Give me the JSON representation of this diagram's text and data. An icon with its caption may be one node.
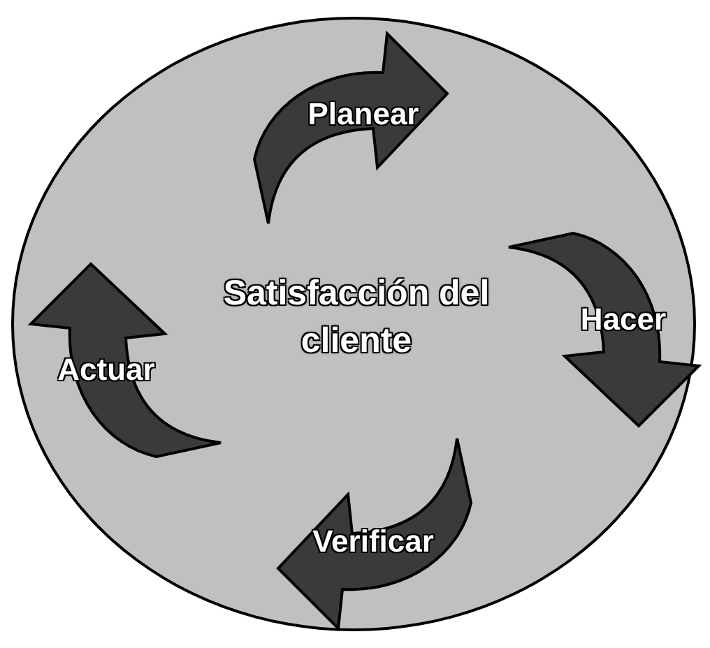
{
  "diagram": {
    "nodes": [
      {
        "text": [
          "Satisfacción del cliente"
        ]
      },
      {
        "text": [
          "Planear"
        ],
        "in": 0
      },
      {
        "text": [
          "Hacer"
        ],
        "in": 0
      },
      {
        "text": [
          "Verificar"
        ],
        "in": 0
      },
      {
        "text": [
          "Actuar"
        ],
        "in": 0
      }
    ]
  }
}
